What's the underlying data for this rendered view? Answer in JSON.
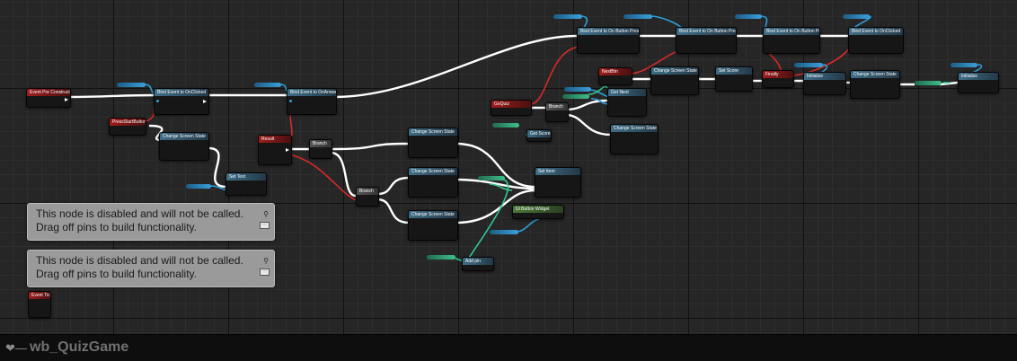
{
  "blueprint": {
    "tab_title": "wb_QuizGame",
    "tab_icon": "blueprint-graph-icon"
  },
  "comments": [
    {
      "line1": "This node is disabled and will not be called.",
      "line2": "Drag off pins to build functionality."
    },
    {
      "line1": "This node is disabled and will not be called.",
      "line2": "Drag off pins to build functionality."
    }
  ],
  "nodes": {
    "event_pre_construct": "Event Pre Construct",
    "event_tick": "Event Tick",
    "bind_clicked_1": "Bind Event to OnClicked",
    "bind_answer": "Bind Event to OnAnswer",
    "bind_pressed_1": "Bind Event to On Button Pressed",
    "bind_pressed_2": "Bind Event to On Button Pressed",
    "bind_pressed_3": "Bind Event to On Button Pressed",
    "bind_clicked_2": "Bind Event to OnClicked",
    "press_start": "PressStartButton",
    "result": "Result",
    "go_quiz": "GoQuiz",
    "next_btn": "NextBtn",
    "finally": "Finally",
    "change_state_1": "Change Screen State",
    "change_state_2": "Change Screen State",
    "change_state_3": "Change Screen State",
    "change_state_4": "Change Screen State",
    "change_state_5": "Change Screen State",
    "change_state_6": "Change Screen State",
    "change_state_7": "Change Screen State",
    "set_text": "Set Text",
    "get_next": "Get Next",
    "branch_1": "Branch",
    "branch_2": "Branch",
    "branch_3": "Branch",
    "set_score": "Set Score",
    "set_item": "Set Item",
    "initialize": "Initialize",
    "initialize_2": "Initialize",
    "get_score": "Get Score",
    "ui_button_widget": "Ui Button Widget",
    "add_pin": "Add pin"
  },
  "colors": {
    "exec_wire": "#ffffff",
    "object_wire": "#2ea0d8",
    "event_wire": "#d42a2a",
    "int_wire": "#33c690"
  }
}
